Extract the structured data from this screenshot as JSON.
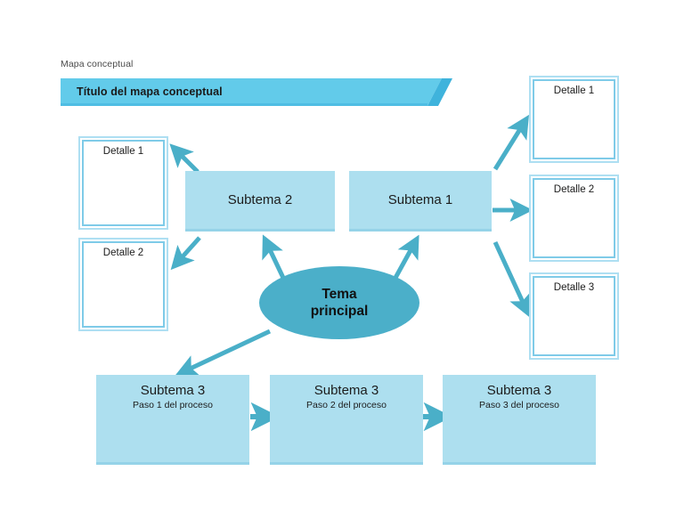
{
  "document": {
    "caption": "Mapa conceptual",
    "title": "Título del mapa conceptual"
  },
  "colors": {
    "banner_fill": "#62CBEA",
    "banner_accent": "#3FB3DC",
    "box_fill": "#ADDFEF",
    "box_fill_edge": "#95D3E8",
    "outline_border": "#7FCBE8",
    "ellipse_fill": "#4BAFC9",
    "arrow": "#4AAFC8",
    "text": "#1c1c1c",
    "caption_text": "#4b4b4b",
    "background": "#ffffff"
  },
  "center": {
    "line1": "Tema",
    "line2": "principal"
  },
  "subtopics": {
    "left": {
      "label": "Subtema 2"
    },
    "right": {
      "label": "Subtema 1"
    }
  },
  "details_left": [
    {
      "label": "Detalle 1"
    },
    {
      "label": "Detalle 2"
    }
  ],
  "details_right": [
    {
      "label": "Detalle 1"
    },
    {
      "label": "Detalle 2"
    },
    {
      "label": "Detalle 3"
    }
  ],
  "process_steps": [
    {
      "title": "Subtema 3",
      "subtitle": "Paso 1 del proceso"
    },
    {
      "title": "Subtema 3",
      "subtitle": "Paso 2 del proceso"
    },
    {
      "title": "Subtema 3",
      "subtitle": "Paso 3 del proceso"
    }
  ],
  "icons": {
    "arrow_connector": "arrow-connector-icon",
    "banner_shape": "banner-ribbon-icon"
  }
}
